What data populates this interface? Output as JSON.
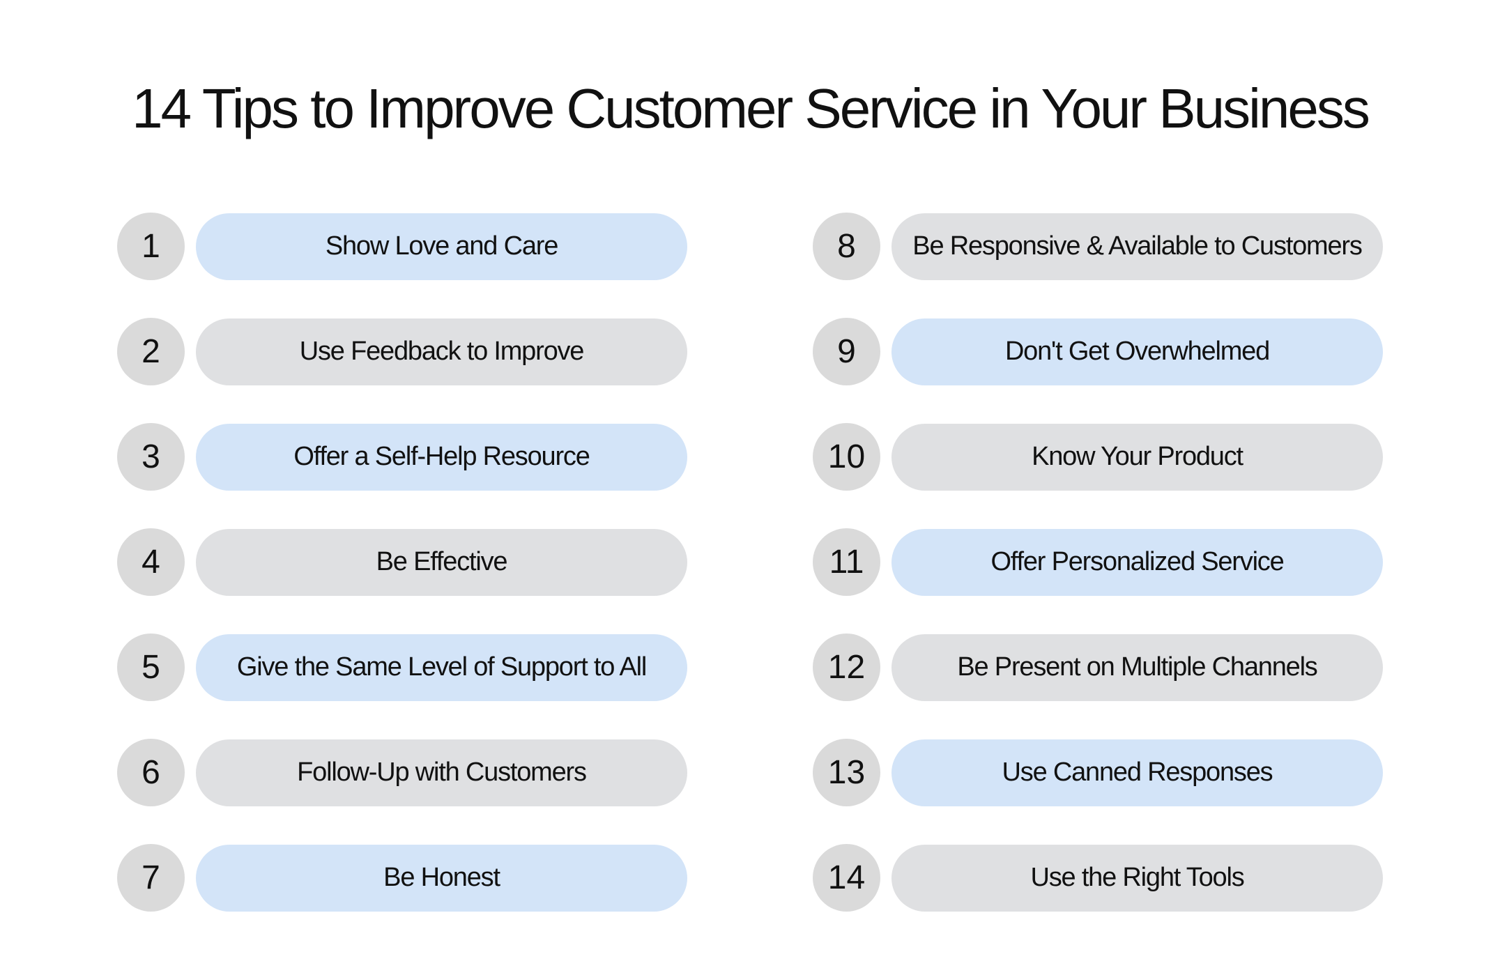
{
  "title": "14 Tips to Improve Customer Service in Your Business",
  "colors": {
    "blue": "#d3e4f8",
    "gray": "#dfe0e2",
    "circle": "#dadada"
  },
  "tips": [
    {
      "num": "1",
      "label": "Show Love and Care",
      "color": "blue"
    },
    {
      "num": "2",
      "label": "Use Feedback to Improve",
      "color": "gray"
    },
    {
      "num": "3",
      "label": "Offer a Self-Help Resource",
      "color": "blue"
    },
    {
      "num": "4",
      "label": "Be Effective",
      "color": "gray"
    },
    {
      "num": "5",
      "label": "Give the Same Level of Support to All",
      "color": "blue"
    },
    {
      "num": "6",
      "label": "Follow-Up with Customers",
      "color": "gray"
    },
    {
      "num": "7",
      "label": "Be Honest",
      "color": "blue"
    },
    {
      "num": "8",
      "label": "Be Responsive & Available to Customers",
      "color": "gray"
    },
    {
      "num": "9",
      "label": "Don't Get Overwhelmed",
      "color": "blue"
    },
    {
      "num": "10",
      "label": "Know Your Product",
      "color": "gray"
    },
    {
      "num": "11",
      "label": "Offer Personalized Service",
      "color": "blue"
    },
    {
      "num": "12",
      "label": "Be Present on Multiple Channels",
      "color": "gray"
    },
    {
      "num": "13",
      "label": "Use Canned Responses",
      "color": "blue"
    },
    {
      "num": "14",
      "label": "Use the Right Tools",
      "color": "gray"
    }
  ]
}
